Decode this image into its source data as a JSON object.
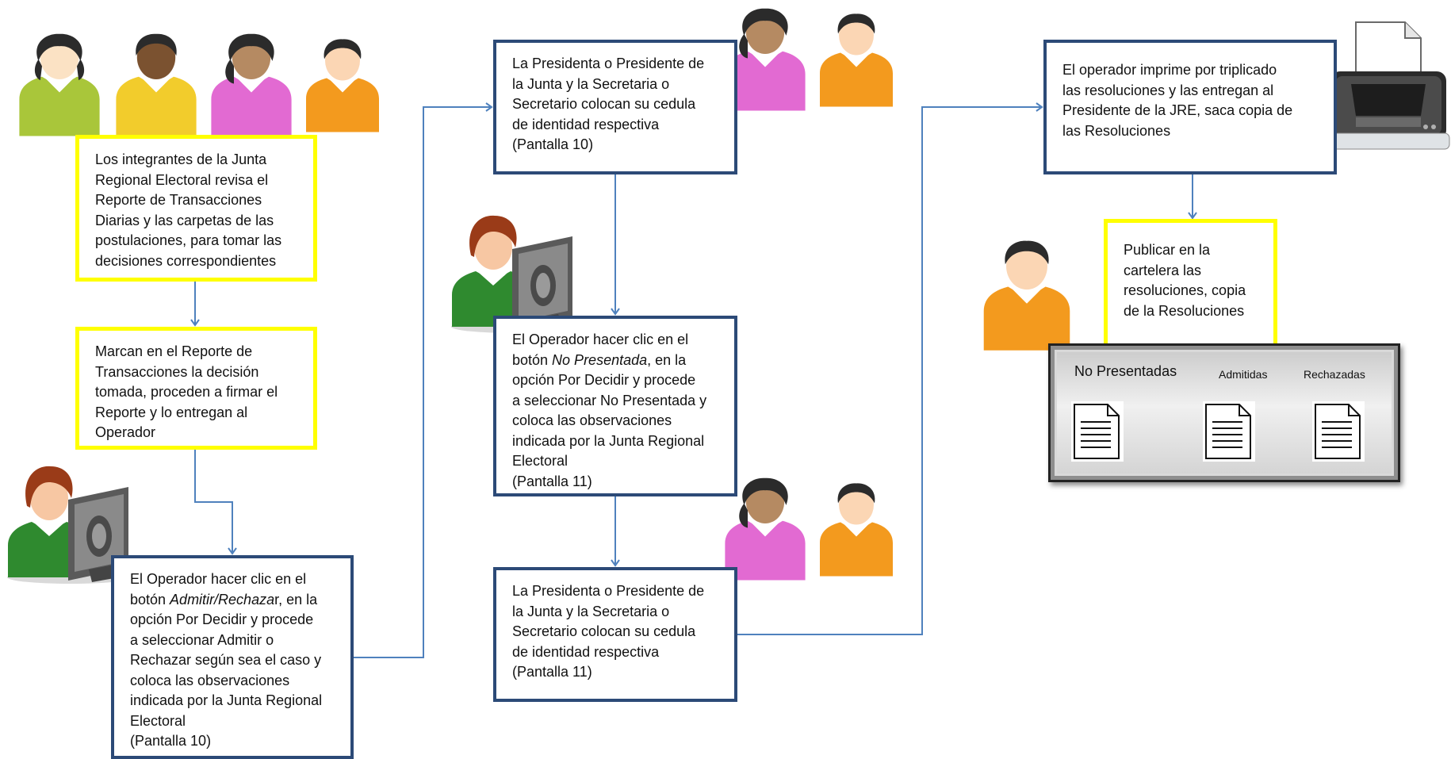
{
  "steps": {
    "s1": [
      "Los integrantes de la Junta",
      "Regional Electoral revisa el",
      "Reporte de Transacciones",
      "Diarias y las carpetas de las",
      "postulaciones, para tomar las",
      "decisiones correspondientes"
    ],
    "s2": [
      "Marcan en el Reporte de",
      "Transacciones la decisión",
      "tomada,  proceden a firmar el",
      "Reporte y lo entregan al",
      "Operador"
    ],
    "s3": {
      "l1": "El Operador hacer clic en el",
      "l2_prefix": "botón ",
      "l2_button": "Admitir/Rechaza",
      "l2_suffix": "r, en la",
      "rest": [
        "opción Por Decidir y procede",
        "a seleccionar Admitir o",
        "Rechazar según sea  el caso y",
        "coloca las observaciones",
        "indicada por la Junta Regional",
        "Electoral",
        "(Pantalla 10)"
      ]
    },
    "s4": [
      "La Presidenta o Presidente de",
      "la Junta y la Secretaria o",
      "Secretario  colocan su cedula",
      "de identidad respectiva",
      "(Pantalla 10)"
    ],
    "s5": {
      "l1": "El Operador hacer clic en el",
      "l2_prefix": "botón ",
      "l2_button": "No Presentada",
      "l2_suffix": ", en la",
      "rest": [
        "opción Por Decidir y procede",
        "a seleccionar No Presentada y",
        "coloca las observaciones",
        "indicada por la Junta Regional",
        "Electoral",
        "(Pantalla 11)"
      ]
    },
    "s6": [
      "La Presidenta o Presidente de",
      "la Junta y la Secretaria o",
      "Secretario  colocan su cedula",
      "de identidad respectiva",
      "(Pantalla 11)"
    ],
    "s7": [
      "El operador imprime por triplicado",
      "las resoluciones y las entregan al",
      "Presidente de la JRE, saca copia de",
      "las Resoluciones"
    ],
    "s8": [
      "Publicar en la",
      "cartelera las",
      "resoluciones, copia",
      "de la Resoluciones"
    ]
  },
  "board": {
    "no_presentadas": "No Presentadas",
    "admitidas": "Admitidas",
    "rechazadas": "Rechazadas"
  },
  "colors": {
    "yellow_border": "#ffff00",
    "blue_border": "#2c4a77",
    "connector": "#4f81bd",
    "person_green": "#a9c63a",
    "person_yellow": "#f2cc2c",
    "person_pink": "#e26ad2",
    "person_orange": "#f39a1e"
  },
  "icons": [
    "person-icon",
    "operator-computer-icon",
    "printer-icon",
    "document-icon"
  ]
}
